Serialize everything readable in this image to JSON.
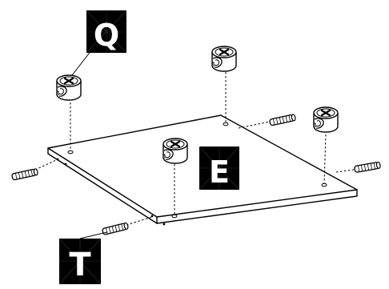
{
  "labels": {
    "cam_lock": "Q",
    "panel": "E",
    "dowel": "T"
  },
  "colors": {
    "ink": "#000000",
    "paper": "#ffffff"
  }
}
